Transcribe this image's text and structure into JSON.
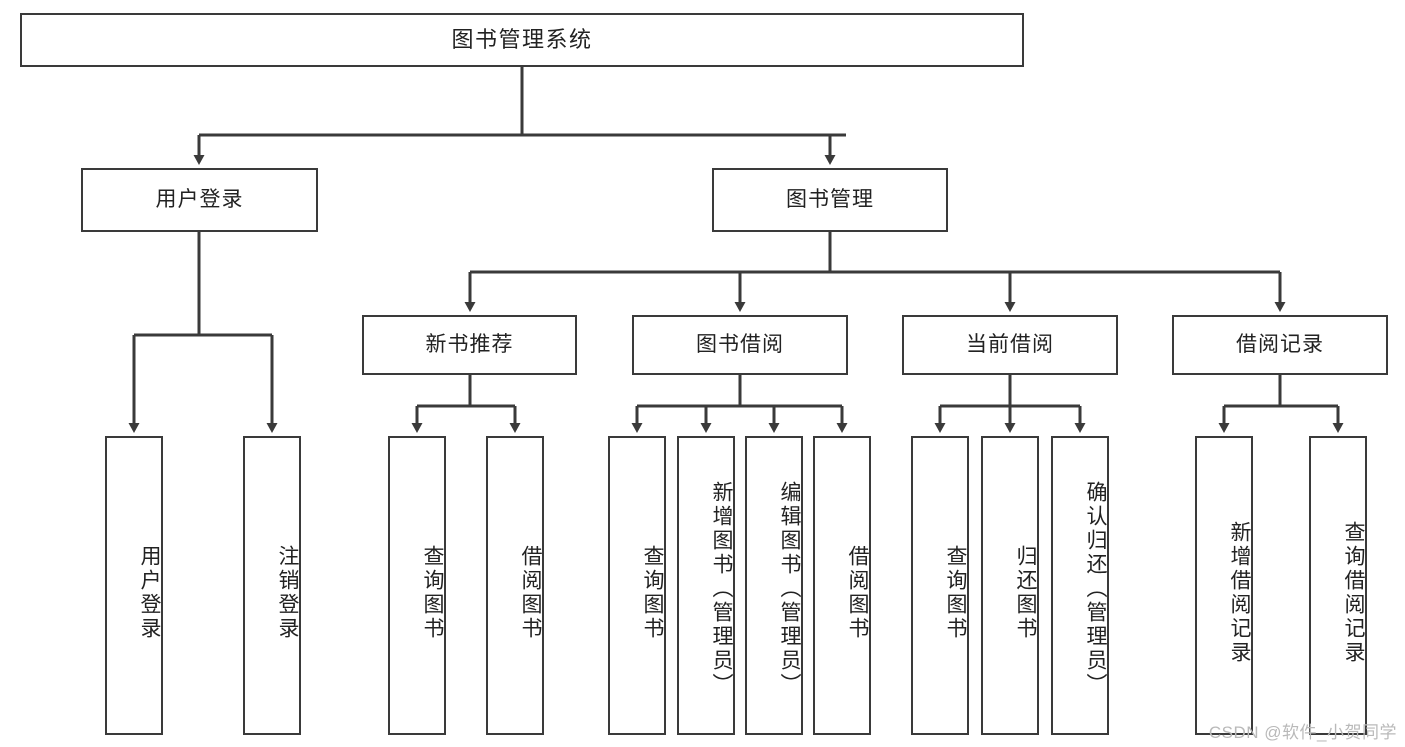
{
  "diagram": {
    "title": "图书管理系统",
    "type": "tree-hierarchy-diagram",
    "colors": {
      "box_border": "#3a3a3a",
      "box_fill": "#ffffff",
      "connector": "#3a3a3a",
      "text": "#222222",
      "watermark": "#b9b9b9",
      "background": "#ffffff"
    },
    "root": {
      "label": "图书管理系统"
    },
    "level2": [
      {
        "label": "用户登录"
      },
      {
        "label": "图书管理"
      }
    ],
    "level3": [
      {
        "label": "新书推荐"
      },
      {
        "label": "图书借阅"
      },
      {
        "label": "当前借阅"
      },
      {
        "label": "借阅记录"
      }
    ],
    "leaves_user_login": [
      {
        "label": "用户登录"
      },
      {
        "label": "注销登录"
      }
    ],
    "leaves_new_books": [
      {
        "label": "查询图书"
      },
      {
        "label": "借阅图书"
      }
    ],
    "leaves_borrow": [
      {
        "label": "查询图书"
      },
      {
        "label": "新增图书（管理员）"
      },
      {
        "label": "编辑图书（管理员）"
      },
      {
        "label": "借阅图书"
      }
    ],
    "leaves_current": [
      {
        "label": "查询图书"
      },
      {
        "label": "归还图书"
      },
      {
        "label": "确认归还（管理员）"
      }
    ],
    "leaves_records": [
      {
        "label": "新增借阅记录"
      },
      {
        "label": "查询借阅记录"
      }
    ],
    "watermark": "CSDN @软件_小贺同学"
  }
}
